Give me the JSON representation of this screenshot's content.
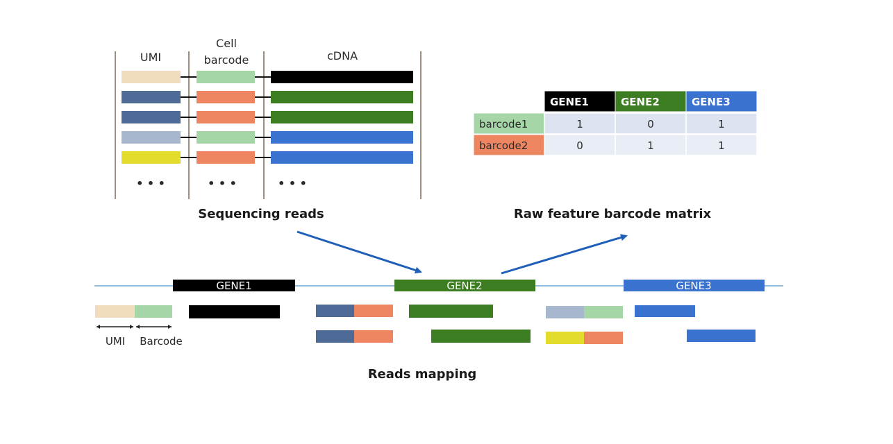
{
  "sequencing": {
    "title": "Sequencing reads",
    "headers": {
      "umi": "UMI",
      "cell_barcode_line1": "Cell",
      "cell_barcode_line2": "barcode",
      "cdna": "cDNA"
    },
    "rows": [
      {
        "umi_color": "#f1dcbd",
        "barcode_color": "#a6d6a8",
        "cdna_color": "#000000"
      },
      {
        "umi_color": "#4e6b98",
        "barcode_color": "#ec8560",
        "cdna_color": "#3d7d22"
      },
      {
        "umi_color": "#4e6b98",
        "barcode_color": "#ec8560",
        "cdna_color": "#3d7d22"
      },
      {
        "umi_color": "#a7b7cd",
        "barcode_color": "#a6d6a8",
        "cdna_color": "#3a72cf"
      },
      {
        "umi_color": "#e3dc2c",
        "barcode_color": "#ec8560",
        "cdna_color": "#3a72cf"
      }
    ],
    "ellipsis": "• • •"
  },
  "matrix": {
    "title": "Raw feature barcode matrix",
    "columns": [
      {
        "label": "GENE1",
        "color": "#000000"
      },
      {
        "label": "GENE2",
        "color": "#3d7d22"
      },
      {
        "label": "GENE3",
        "color": "#3a72cf"
      }
    ],
    "rows": [
      {
        "label": "barcode1",
        "color": "#a6d6a8",
        "values": [
          "1",
          "0",
          "1"
        ]
      },
      {
        "label": "barcode2",
        "color": "#ec8560",
        "values": [
          "0",
          "1",
          "1"
        ]
      }
    ]
  },
  "mapping": {
    "title": "Reads mapping",
    "genes": [
      {
        "label": "GENE1",
        "color": "#000000"
      },
      {
        "label": "GENE2",
        "color": "#3d7d22"
      },
      {
        "label": "GENE3",
        "color": "#3a72cf"
      }
    ],
    "legend": {
      "umi": "UMI",
      "barcode": "Barcode"
    },
    "line_color": "#8fbde3"
  }
}
